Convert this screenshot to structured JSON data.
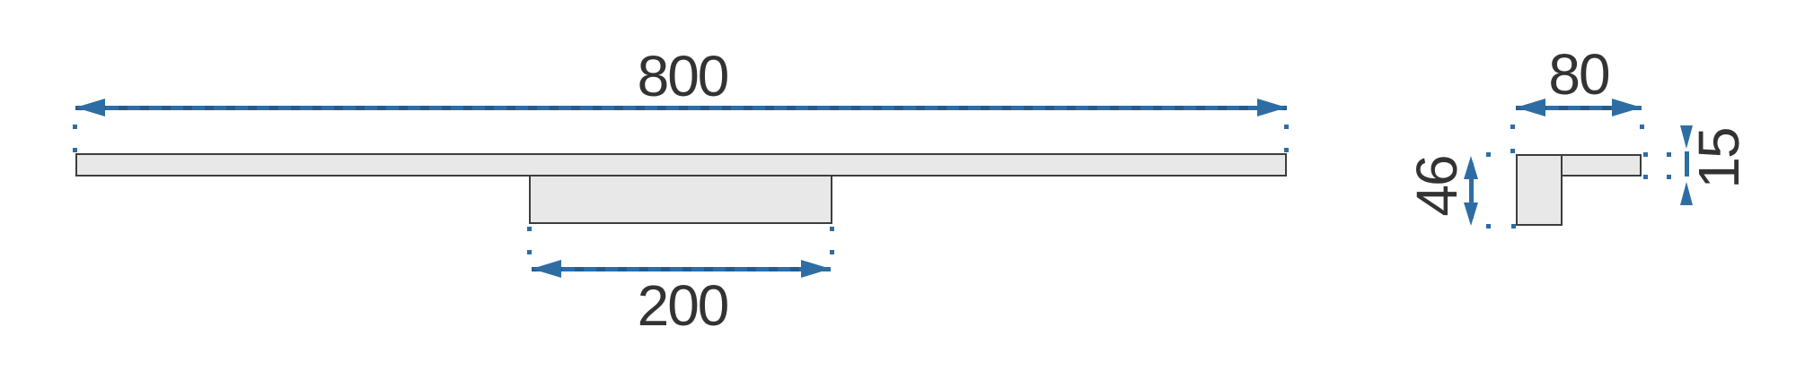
{
  "dimensions": {
    "length": "800",
    "bracket_width": "200",
    "depth": "80",
    "height": "46",
    "thickness": "15"
  },
  "colors": {
    "dimension_blue": "#2e6da4",
    "shape_fill": "#e8e8e8",
    "shape_outline": "#3d3d3d",
    "label_text": "#333333"
  }
}
